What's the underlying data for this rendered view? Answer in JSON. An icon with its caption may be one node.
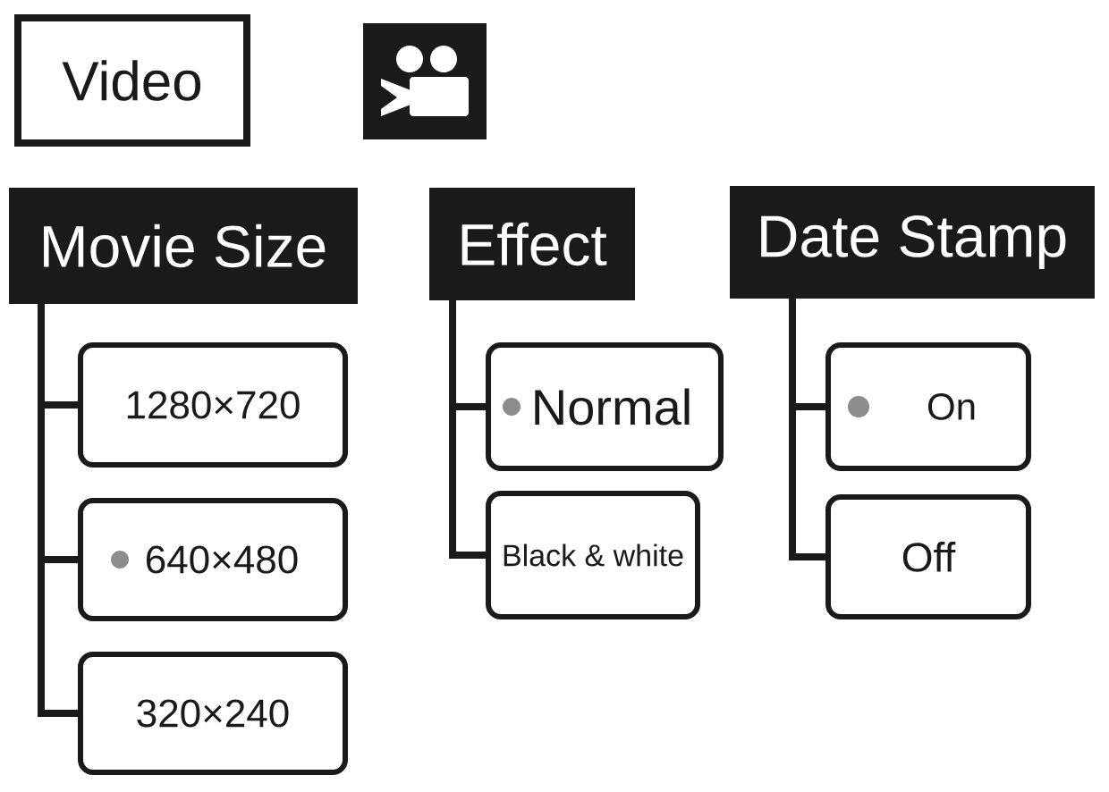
{
  "diagram": {
    "nodes": [
      {
        "text": [
          "Video"
        ]
      },
      {
        "text": [
          "Movie Size"
        ]
      },
      {
        "text": [
          "1280×720"
        ]
      },
      {
        "text": [
          "640×480"
        ]
      },
      {
        "text": [
          "320×240"
        ]
      },
      {
        "text": [
          "Effect"
        ]
      },
      {
        "text": [
          "Normal"
        ]
      },
      {
        "text": [
          "Black & white"
        ]
      },
      {
        "text": [
          "Date Stamp"
        ]
      },
      {
        "text": [
          "On"
        ]
      },
      {
        "text": [
          "Off"
        ]
      }
    ],
    "edges": [
      {
        "from": 1,
        "to": 2,
        "arrow": "none"
      },
      {
        "from": 1,
        "to": 3,
        "arrow": "none"
      },
      {
        "from": 1,
        "to": 4,
        "arrow": "none"
      },
      {
        "from": 5,
        "to": 6,
        "arrow": "none"
      },
      {
        "from": 5,
        "to": 7,
        "arrow": "none"
      },
      {
        "from": 8,
        "to": 9,
        "arrow": "none"
      },
      {
        "from": 8,
        "to": 10,
        "arrow": "none"
      }
    ]
  }
}
